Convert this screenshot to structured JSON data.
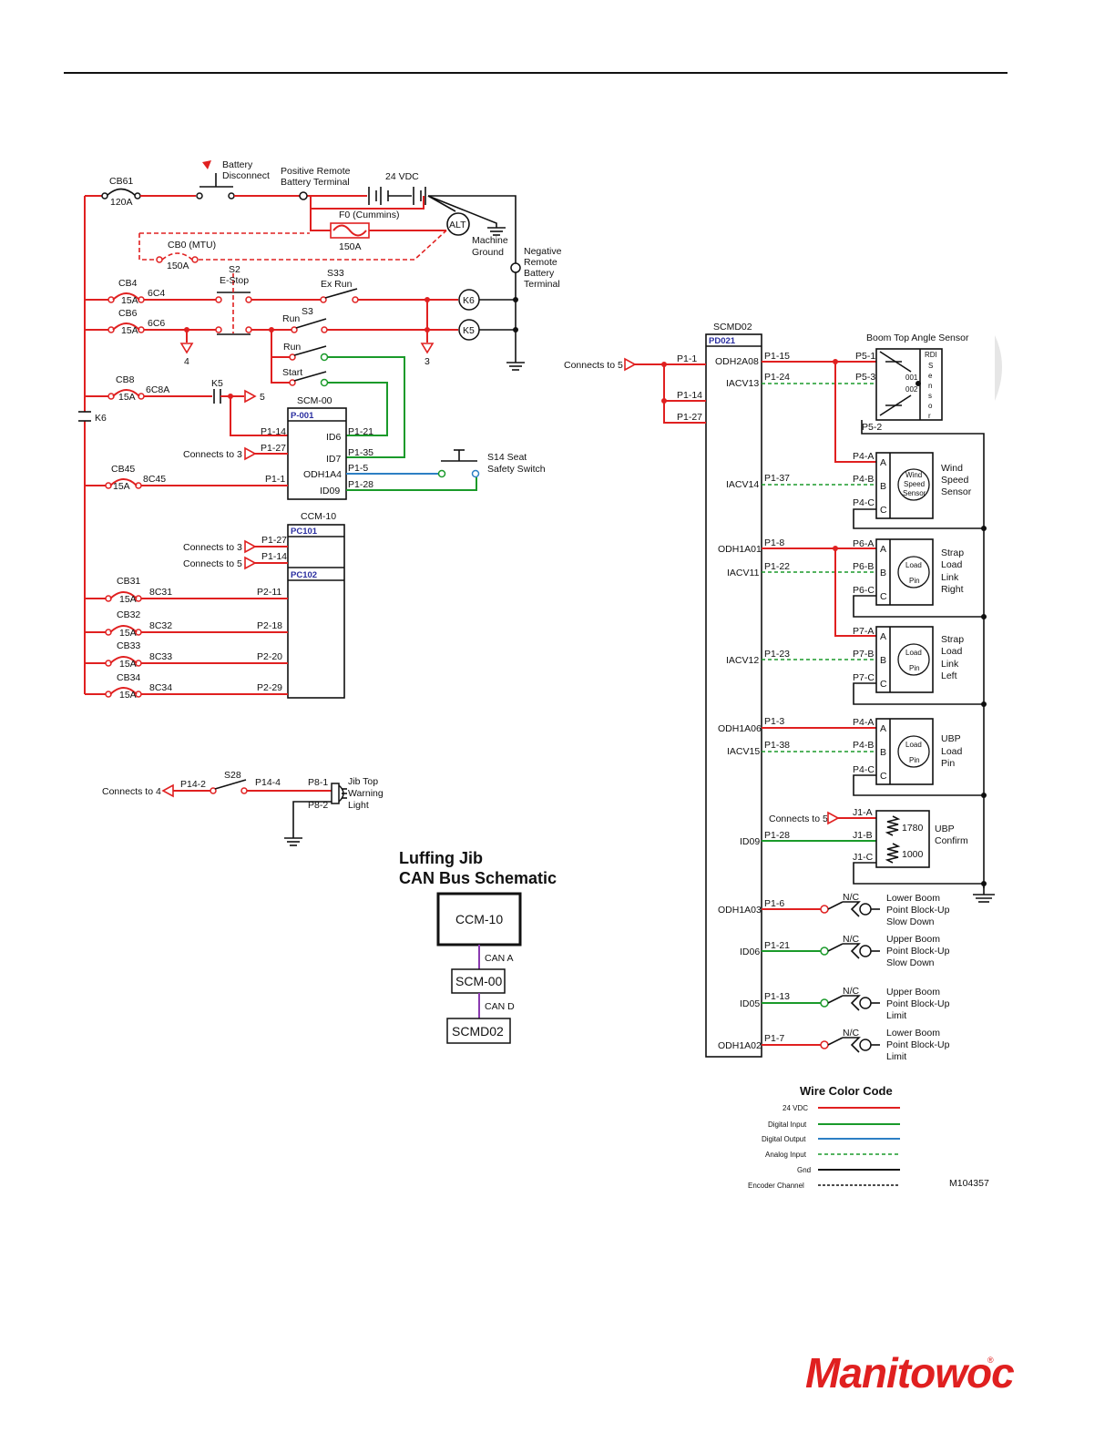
{
  "colors": {
    "vdc24": "#e02020",
    "digital_input": "#1a9a2a",
    "digital_output": "#2c7fc4",
    "gnd": "#111111",
    "can": "#8a3ab0"
  },
  "left": {
    "cb61": "CB61",
    "cb61_amp": "120A",
    "battery_disconnect_1": "Battery",
    "battery_disconnect_2": "Disconnect",
    "pos_remote_1": "Positive Remote",
    "pos_remote_2": "Battery Terminal",
    "vdc": "24 VDC",
    "f0": "F0 (Cummins)",
    "f0_amp": "150A",
    "alt": "ALT",
    "machine_ground_1": "Machine",
    "machine_ground_2": "Ground",
    "neg_remote_1": "Negative",
    "neg_remote_2": "Remote",
    "neg_remote_3": "Battery",
    "neg_remote_4": "Terminal",
    "cb0": "CB0 (MTU)",
    "cb0_amp": "150A",
    "s2": "S2",
    "estop": "E-Stop",
    "s33": "S33",
    "exrun": "Ex Run",
    "cb4": "CB4",
    "cb4_amp": "15A",
    "w6c4": "6C4",
    "cb6": "CB6",
    "cb6_amp": "15A",
    "w6c6": "6C6",
    "s3": "S3",
    "run1": "Run",
    "run2": "Run",
    "start": "Start",
    "k6": "K6",
    "k5": "K5",
    "k6_side": "K6",
    "four": "4",
    "three": "3",
    "five": "5",
    "cb8": "CB8",
    "cb8_amp": "15A",
    "w6c8a": "6C8A",
    "k5_contact": "K5",
    "scm": "SCM-00",
    "p001": "P-001",
    "p1_14": "P1-14",
    "p1_27": "P1-27",
    "p1_1": "P1-1",
    "connects3": "Connects to 3",
    "id6": "ID6",
    "id7": "ID7",
    "odh1a4": "ODH1A4",
    "id09": "ID09",
    "p1_21": "P1-21",
    "p1_35": "P1-35",
    "p1_5": "P1-5",
    "p1_28": "P1-28",
    "s14_1": "S14 Seat",
    "s14_2": "Safety Switch",
    "cb45": "CB45",
    "cb45_amp": "15A",
    "w8c45": "8C45",
    "ccm": "CCM-10",
    "pc101": "PC101",
    "pc102": "PC102",
    "ccm_p1_27": "P1-27",
    "ccm_p1_14": "P1-14",
    "ccm_conn3": "Connects to 3",
    "ccm_conn5": "Connects to 5",
    "cb31": "CB31",
    "cb31_amp": "15A",
    "w8c31": "8C31",
    "p2_11": "P2-11",
    "cb32": "CB32",
    "cb32_amp": "15A",
    "w8c32": "8C32",
    "p2_18": "P2-18",
    "cb33": "CB33",
    "cb33_amp": "15A",
    "w8c33": "8C33",
    "p2_20": "P2-20",
    "cb34": "CB34",
    "cb34_amp": "15A",
    "w8c34": "8C34",
    "p2_29": "P2-29",
    "jib_conn4": "Connects to 4",
    "p14_2": "P14-2",
    "s28": "S28",
    "p14_4": "P14-4",
    "p8_1": "P8-1",
    "p8_2": "P8-2",
    "jib_light_1": "Jib Top",
    "jib_light_2": "Warning",
    "jib_light_3": "Light"
  },
  "can_bus": {
    "title_1": "Luffing Jib",
    "title_2": "CAN Bus Schematic",
    "ccm": "CCM-10",
    "scm": "SCM-00",
    "scmd": "SCMD02",
    "can_a": "CAN A",
    "can_d": "CAN D"
  },
  "right": {
    "scmd02": "SCMD02",
    "pd021": "PD021",
    "connects5": "Connects to 5",
    "p1_1": "P1-1",
    "p1_14": "P1-14",
    "p1_27": "P1-27",
    "odh2a08": "ODH2A08",
    "iacv13": "IACV13",
    "p1_15": "P1-15",
    "p1_24": "P1-24",
    "boom_top": "Boom Top Angle Sensor",
    "p5_1": "P5-1",
    "p5_3": "P5-3",
    "p5_2": "P5-2",
    "rdi": "RDI",
    "sensor_letters": [
      "S",
      "e",
      "n",
      "s",
      "o",
      "r"
    ],
    "ch001": "001",
    "ch002": "002",
    "iacv14": "IACV14",
    "p1_37": "P1-37",
    "p4a_1": "P4-A",
    "p4b_1": "P4-B",
    "p4c_1": "P4-C",
    "wind_1": "Wind",
    "wind_2": "Speed",
    "wind_3": "Sensor",
    "wind_in_1": "Wind",
    "wind_in_2": "Speed",
    "wind_in_3": "Sensor",
    "odh1a01": "ODH1A01",
    "iacv11": "IACV11",
    "p1_8": "P1-8",
    "p1_22": "P1-22",
    "p6a": "P6-A",
    "p6b": "P6-B",
    "p6c": "P6-C",
    "slr_1": "Strap",
    "slr_2": "Load",
    "slr_3": "Link",
    "slr_4": "Right",
    "iacv12": "IACV12",
    "p1_23": "P1-23",
    "p7a": "P7-A",
    "p7b": "P7-B",
    "p7c": "P7-C",
    "sll_1": "Strap",
    "sll_2": "Load",
    "sll_3": "Link",
    "sll_4": "Left",
    "odh1a06": "ODH1A06",
    "iacv15": "IACV15",
    "p1_3": "P1-3",
    "p1_38": "P1-38",
    "p4a_2": "P4-A",
    "p4b_2": "P4-B",
    "p4c_2": "P4-C",
    "ubp_1": "UBP",
    "ubp_2": "Load",
    "ubp_3": "Pin",
    "load": "Load",
    "pin": "Pin",
    "a": "A",
    "b": "B",
    "c": "C",
    "connects5b": "Connects to 5",
    "id09": "ID09",
    "p1_28": "P1-28",
    "j1a": "J1-A",
    "j1b": "J1-B",
    "j1c": "J1-C",
    "r1780": "1780",
    "r1000": "1000",
    "ubpc_1": "UBP",
    "ubpc_2": "Confirm",
    "odh1a03": "ODH1A03",
    "p1_6": "P1-6",
    "nc1": "N/C",
    "lbpsd_1": "Lower Boom",
    "lbpsd_2": "Point Block-Up",
    "lbpsd_3": "Slow Down",
    "id06": "ID06",
    "p1_21": "P1-21",
    "nc2": "N/C",
    "ubpsd_1": "Upper Boom",
    "ubpsd_2": "Point Block-Up",
    "ubpsd_3": "Slow Down",
    "id05": "ID05",
    "p1_13": "P1-13",
    "nc3": "N/C",
    "ubpl_1": "Upper Boom",
    "ubpl_2": "Point Block-Up",
    "ubpl_3": "Limit",
    "odh1a02": "ODH1A02",
    "p1_7": "P1-7",
    "nc4": "N/C",
    "lbpl_1": "Lower Boom",
    "lbpl_2": "Point Block-Up",
    "lbpl_3": "Limit"
  },
  "wire_color_code": {
    "title": "Wire Color Code",
    "items": [
      "24 VDC",
      "Digital Input",
      "Digital Output",
      "Analog Input",
      "Gnd",
      "Encoder Channel"
    ]
  },
  "figure_number": "M104357",
  "logo": {
    "text": "Manitowoc",
    "mark": "®"
  }
}
